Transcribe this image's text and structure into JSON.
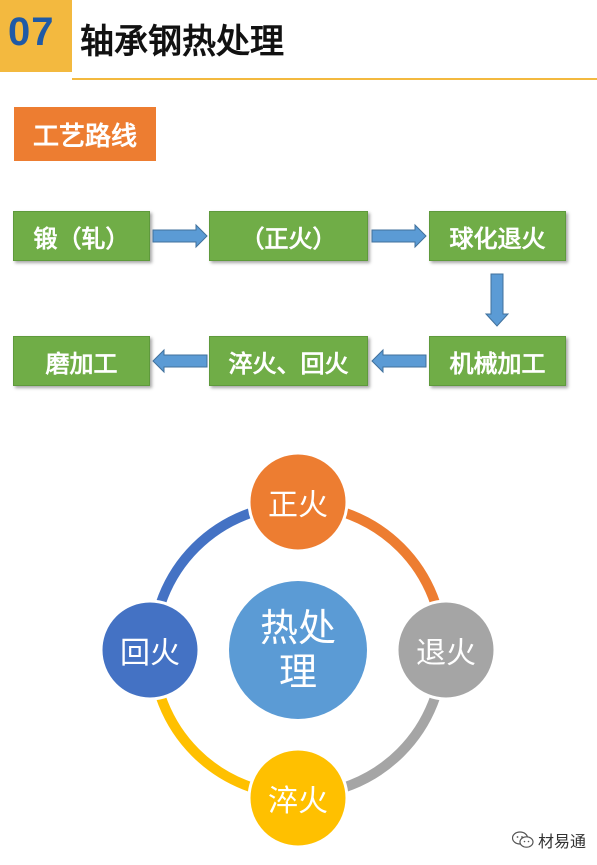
{
  "header": {
    "number": "07",
    "title": "轴承钢热处理"
  },
  "section_label": "工艺路线",
  "flow": {
    "step1": "锻（轧）",
    "step2": "（正火）",
    "step3": "球化退火",
    "step4": "机械加工",
    "step5": "淬火、回火",
    "step6": "磨加工"
  },
  "cycle": {
    "center_line1": "热处",
    "center_line2": "理",
    "top": "正火",
    "right": "退火",
    "bottom": "淬火",
    "left": "回火"
  },
  "colors": {
    "accent_gold": "#f3b93f",
    "number_blue": "#1f5aa6",
    "label_orange": "#ed7d31",
    "flow_green": "#70ad47",
    "arrow_blue": "#5b9bd5",
    "node_orange": "#ed7d31",
    "node_gray": "#a5a5a5",
    "node_yellow": "#ffc000",
    "node_blue": "#4472c4",
    "center_blue": "#5b9bd5"
  },
  "watermark": "材易通"
}
